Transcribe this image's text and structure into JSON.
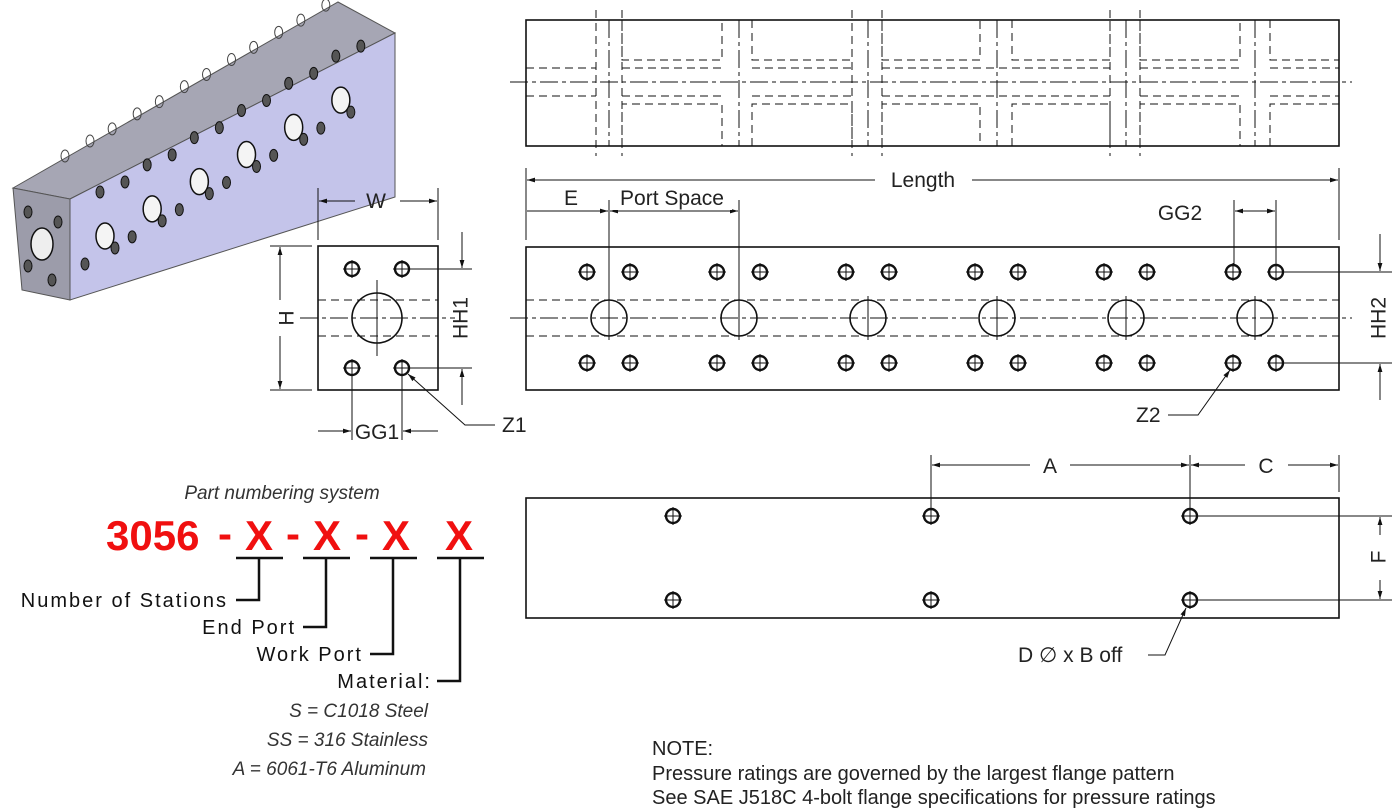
{
  "labels": {
    "W": "W",
    "H": "H",
    "HH1": "HH1",
    "GG1": "GG1",
    "Z1": "Z1",
    "length": "Length",
    "E": "E",
    "port_space": "Port Space",
    "GG2": "GG2",
    "HH2": "HH2",
    "Z2": "Z2",
    "A": "A",
    "C": "C",
    "F": "F",
    "hole_callout": "D ∅ x B off"
  },
  "part_numbering": {
    "title": "Part numbering system",
    "base": "3056",
    "sep": "-",
    "placeholder": "X",
    "fields": [
      "Number of Stations",
      "End Port",
      "Work Port",
      "Material:"
    ],
    "materials": [
      "S = C1018 Steel",
      "SS = 316 Stainless",
      "A = 6061-T6 Aluminum"
    ]
  },
  "note": {
    "heading": "NOTE:",
    "lines": [
      "Pressure ratings are governed by the largest flange pattern",
      "See SAE J518C 4-bolt flange specifications for pressure ratings"
    ]
  }
}
